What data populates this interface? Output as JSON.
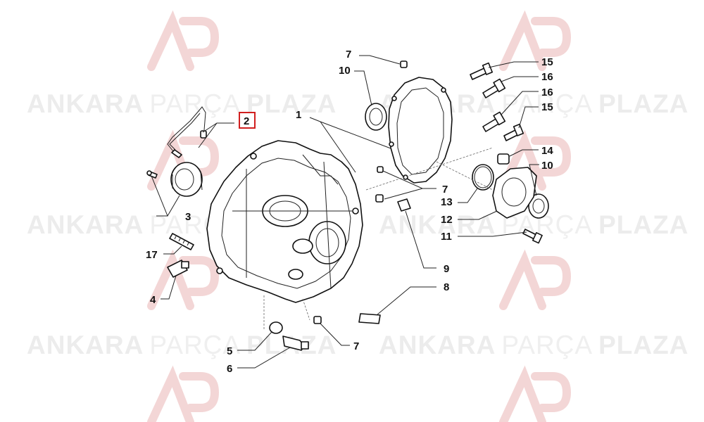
{
  "watermark": {
    "brand_bold_1": "ANKARA",
    "brand_light": "PARÇA",
    "brand_bold_2": "PLAZA",
    "logo_color": "#f3d6d6",
    "text_color": "#ececec"
  },
  "highlight": {
    "label": "2",
    "color": "#d11f1f"
  },
  "callouts": {
    "c1": "1",
    "c2": "2",
    "c3": "3",
    "c4": "4",
    "c5": "5",
    "c6": "6",
    "c7a": "7",
    "c7b": "7",
    "c7c": "7",
    "c8": "8",
    "c9": "9",
    "c10a": "10",
    "c10b": "10",
    "c11": "11",
    "c12": "12",
    "c13": "13",
    "c14": "14",
    "c15a": "15",
    "c15b": "15",
    "c16a": "16",
    "c16b": "16",
    "c17": "17"
  }
}
